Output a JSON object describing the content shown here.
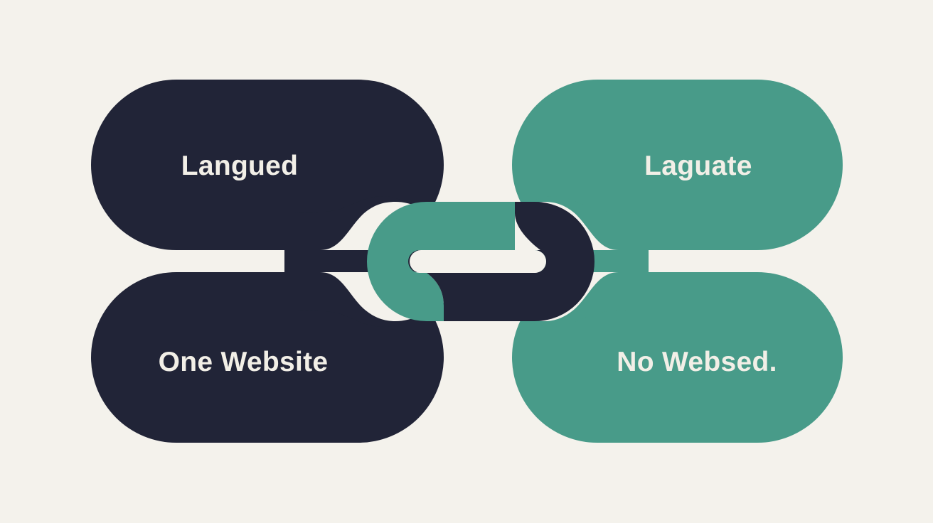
{
  "diagram": {
    "colors": {
      "background": "#f4f2ec",
      "dark": "#212437",
      "teal": "#489b89",
      "label": "#f2efe7"
    },
    "nodes": [
      {
        "id": "top-left",
        "label": "Langued",
        "color": "dark"
      },
      {
        "id": "bottom-left",
        "label": "One Website",
        "color": "dark"
      },
      {
        "id": "top-right",
        "label": "Laguate",
        "color": "teal"
      },
      {
        "id": "bottom-right",
        "label": "No Websed.",
        "color": "teal"
      }
    ],
    "center_link": {
      "description_icon": "chain-link-icon",
      "left_half_color": "teal",
      "right_half_color": "dark"
    }
  }
}
